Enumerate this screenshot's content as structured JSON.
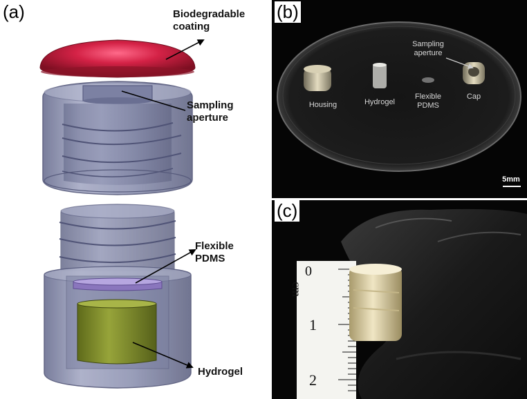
{
  "panels": {
    "a": {
      "label": "(a)",
      "annotations": {
        "coating_line1": "Biodegradable",
        "coating_line2": "coating",
        "aperture_line1": "Sampling",
        "aperture_line2": "aperture",
        "pdms_line1": "Flexible",
        "pdms_line2": "PDMS",
        "hydrogel": "Hydrogel"
      }
    },
    "b": {
      "label": "(b)",
      "labels": {
        "housing": "Housing",
        "hydrogel": "Hydrogel",
        "pdms_line1": "Flexible",
        "pdms_line2": "PDMS",
        "cap": "Cap",
        "aperture_line1": "Sampling",
        "aperture_line2": "aperture"
      },
      "scale_bar": "5mm"
    },
    "c": {
      "label": "(c)",
      "ruler": {
        "unit": "cm",
        "zero": "0",
        "one": "1",
        "two": "2"
      }
    }
  },
  "colors": {
    "coating": "#c8203c",
    "housing": "#8a8fb0",
    "pdms": "#9a86c8",
    "hydrogel": "#7d8a2a",
    "photo_bg": "#050505"
  }
}
